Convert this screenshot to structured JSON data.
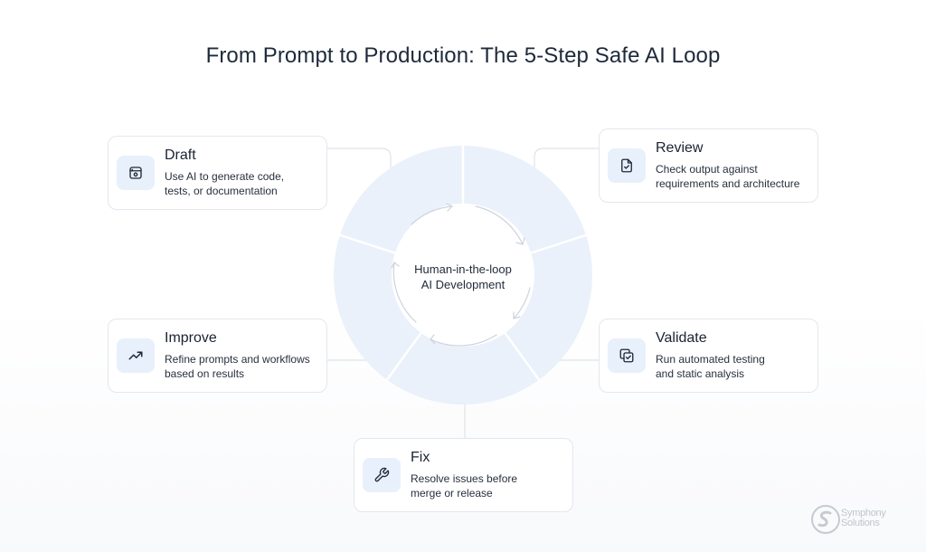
{
  "title": "From Prompt to Production: The 5-Step Safe AI Loop",
  "center": {
    "line1": "Human-in-the-loop",
    "line2": "AI Development"
  },
  "steps": [
    {
      "key": "draft",
      "title": "Draft",
      "description": "Use AI to generate code, tests, or documentation",
      "icon": "screen-code-icon"
    },
    {
      "key": "review",
      "title": "Review",
      "description": "Check output against requirements and architecture",
      "icon": "document-check-icon"
    },
    {
      "key": "validate",
      "title": "Validate",
      "description": "Run automated testing and static analysis",
      "icon": "copy-check-icon"
    },
    {
      "key": "fix",
      "title": "Fix",
      "description": "Resolve issues before merge or release",
      "icon": "wrench-icon"
    },
    {
      "key": "improve",
      "title": "Improve",
      "description": "Refine prompts and workflows based on results",
      "icon": "trending-up-icon"
    }
  ],
  "logo": {
    "line1": "Symphony",
    "line2": "Solutions"
  },
  "colors": {
    "ring": "#eaf1fa",
    "icon_bg": "#e8f0fb",
    "connector": "#dfe3e9",
    "card_border": "#e3e7ee",
    "title": "#1e2a3b"
  }
}
